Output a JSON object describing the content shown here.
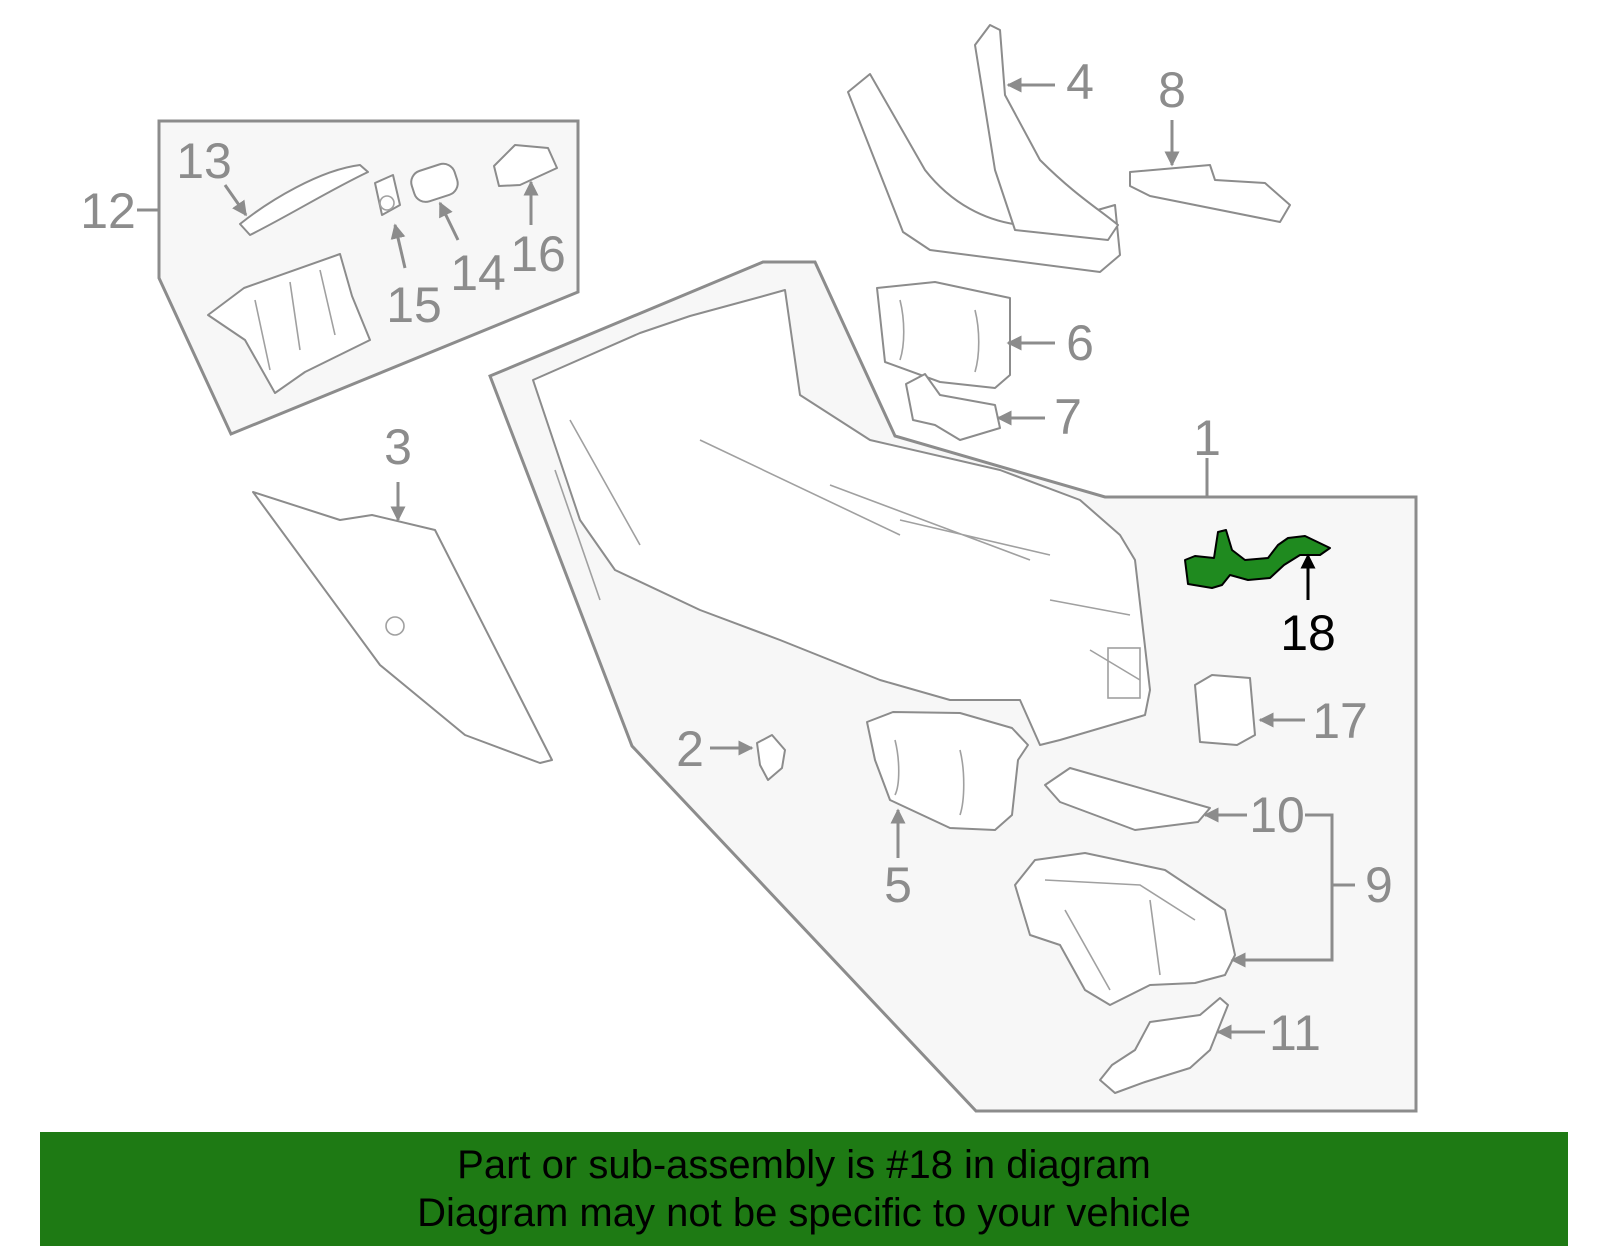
{
  "colors": {
    "highlight_part": "#1f8a1f",
    "banner_background": "#1e7a14",
    "line_gray": "#8c8c8c",
    "highlight_text": "#000000"
  },
  "callouts": {
    "c1": "1",
    "c2": "2",
    "c3": "3",
    "c4": "4",
    "c5": "5",
    "c6": "6",
    "c7": "7",
    "c8": "8",
    "c9": "9",
    "c10": "10",
    "c11": "11",
    "c12": "12",
    "c13": "13",
    "c14": "14",
    "c15": "15",
    "c16": "16",
    "c17": "17",
    "c18": "18"
  },
  "highlighted_callout": "18",
  "banner": {
    "line1": "Part or sub-assembly is #18 in diagram",
    "line2": "Diagram may not be specific to your vehicle"
  }
}
